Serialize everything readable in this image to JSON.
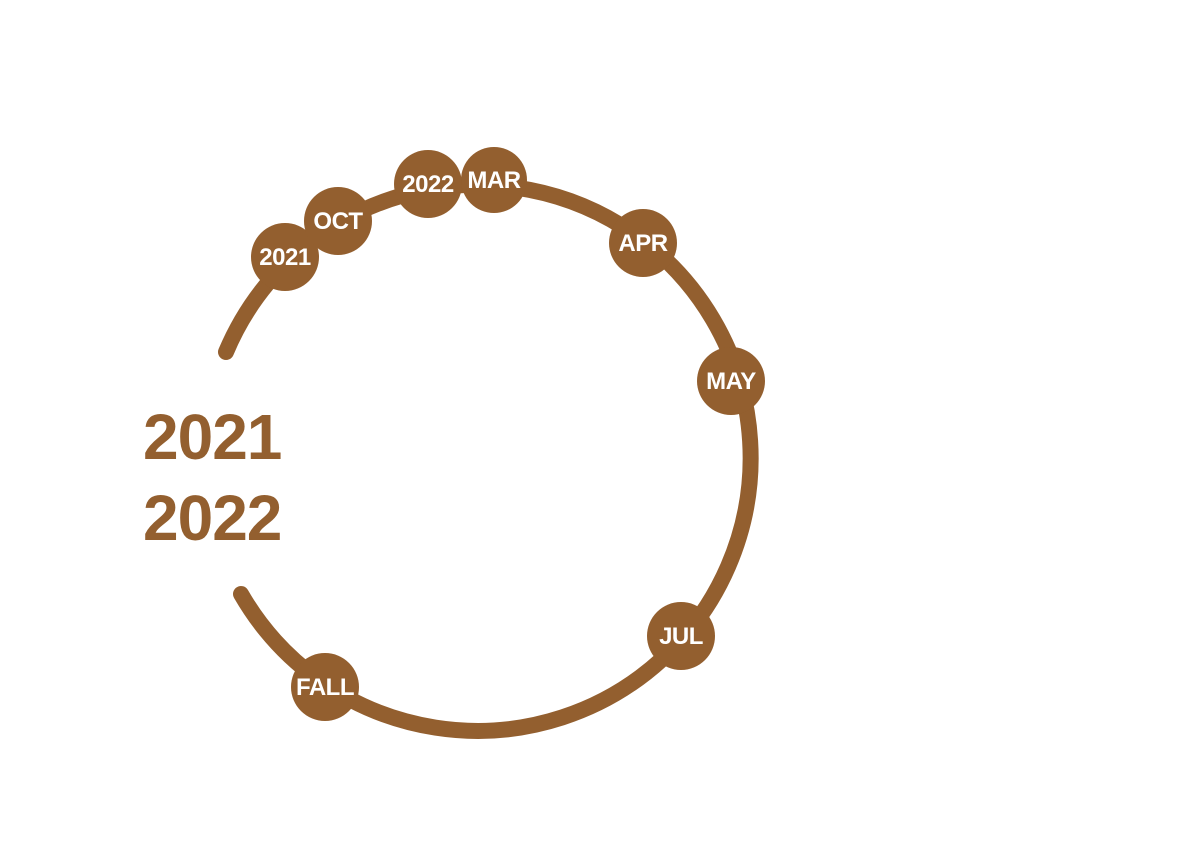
{
  "colors": {
    "accent": "#935f2f",
    "label_text": "#ffffff",
    "background": "#ffffff"
  },
  "center_title": {
    "line1": "2021",
    "line2": "2022"
  },
  "milestones": [
    {
      "label": "2021"
    },
    {
      "label": "OCT"
    },
    {
      "label": "2022"
    },
    {
      "label": "MAR"
    },
    {
      "label": "APR"
    },
    {
      "label": "MAY"
    },
    {
      "label": "JUL"
    },
    {
      "label": "FALL"
    }
  ]
}
